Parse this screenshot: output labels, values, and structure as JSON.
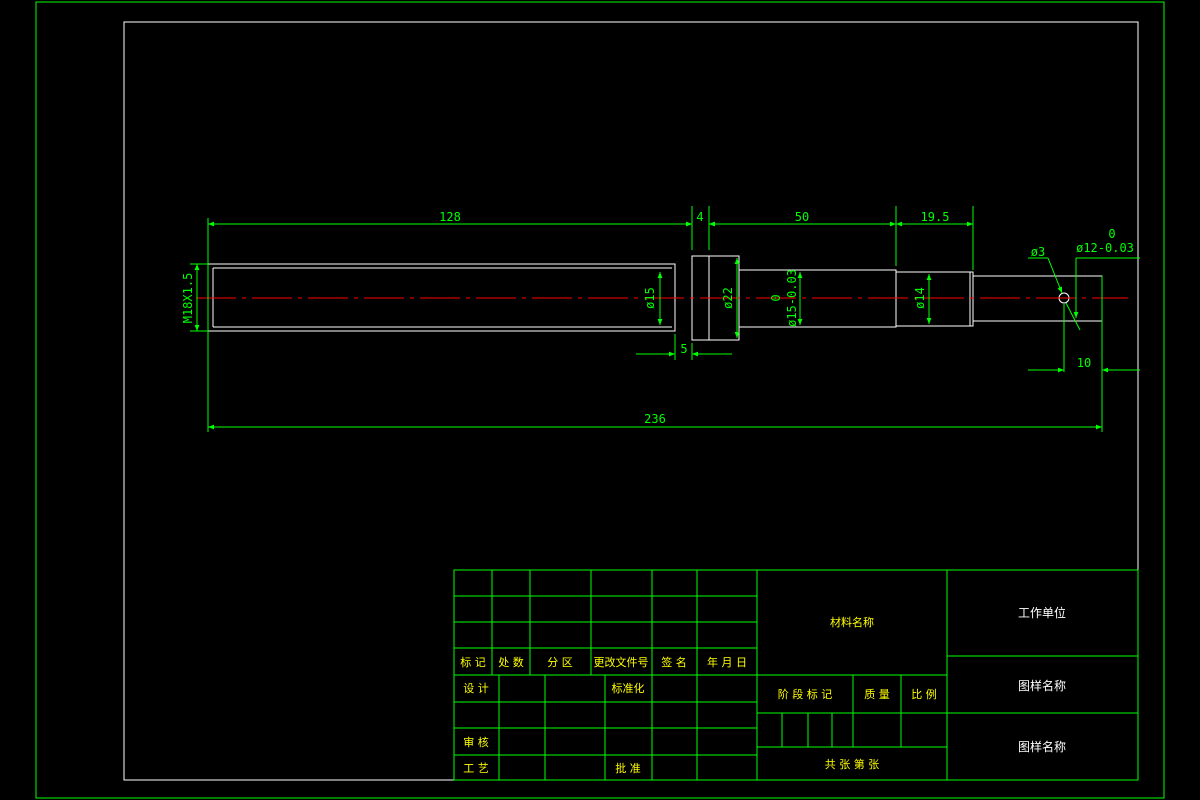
{
  "drawing": {
    "dimensions": {
      "len_128": "128",
      "len_4": "4",
      "len_50": "50",
      "len_19_5": "19.5",
      "len_5": "5",
      "len_10": "10",
      "len_236": "236",
      "thread": "M18X1.5",
      "dia_15": "ø15",
      "dia_22": "ø22",
      "dia_15_tol": "ø15-0.03",
      "dia_15_tol_upper": "0",
      "dia_14": "ø14",
      "dia_3": "ø3",
      "dia_12_tol": "ø12-0.03",
      "dia_12_tol_upper": "0"
    }
  },
  "title_block": {
    "rev_headers": [
      "标 记",
      "处 数",
      "分  区",
      "更改文件号",
      "签 名",
      "年 月 日"
    ],
    "design": "设 计",
    "standardization": "标准化",
    "review": "审 核",
    "process": "工 艺",
    "approve": "批 准",
    "material_name": "材料名称",
    "stage_mark": "阶 段 标 记",
    "weight": "质 量",
    "scale": "比 例",
    "sheets": "共   张    第   张",
    "work_unit": "工作单位",
    "drawing_name": "图样名称",
    "drawing_code": "图样名称"
  },
  "colors": {
    "frame": "#00ff00",
    "part_outline": "#ffffff",
    "center_line": "#ff0000",
    "title_text": "#ffff00"
  }
}
